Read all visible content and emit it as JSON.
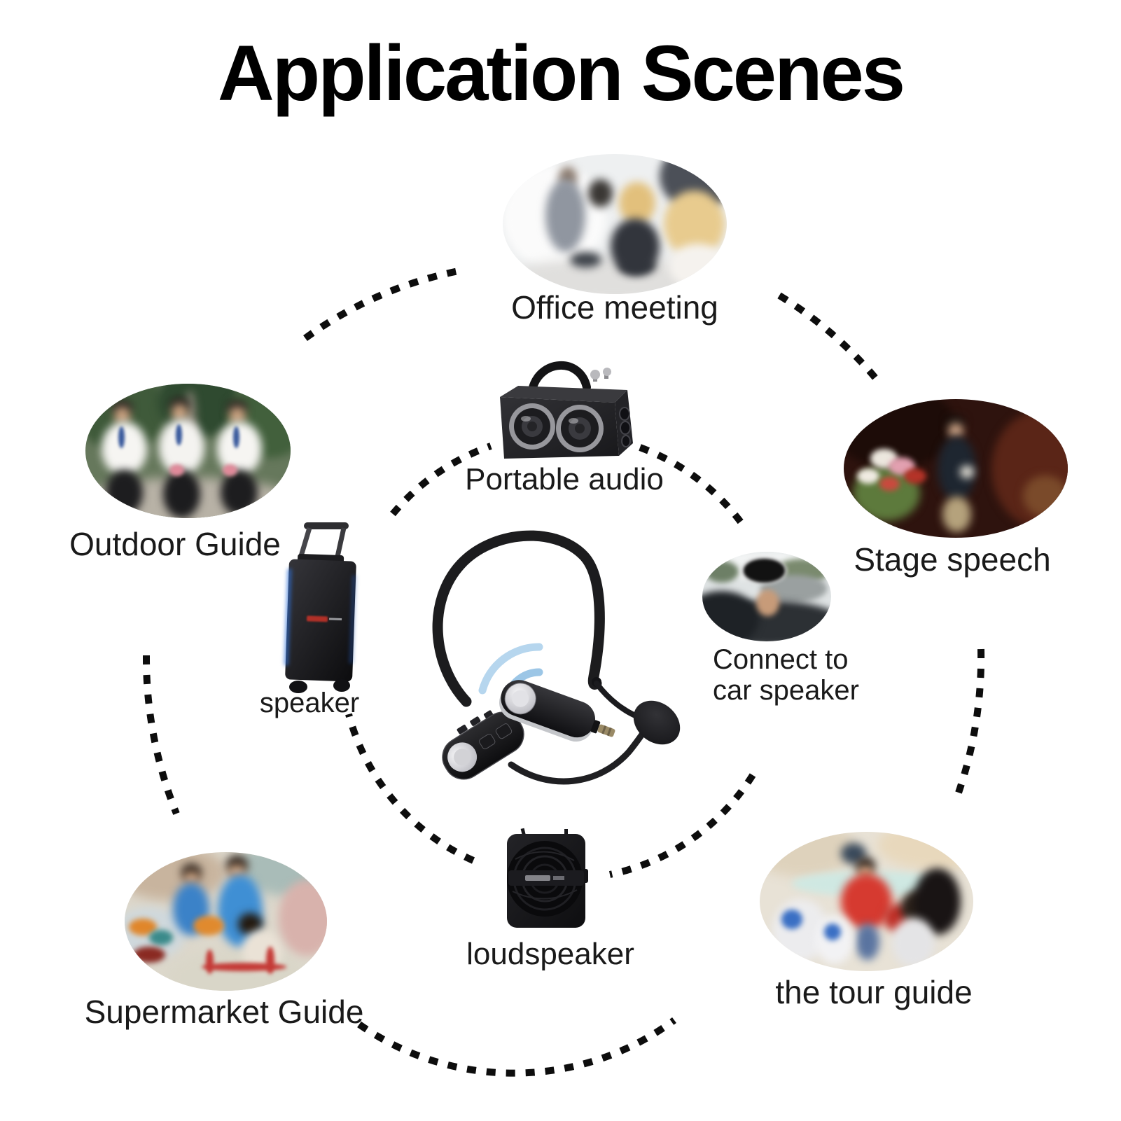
{
  "title": "Application Scenes",
  "colors": {
    "dash": "#0d0d0d",
    "label": "#1a1a1a",
    "wave_inner": "#8cbede",
    "wave_mid": "#9cc6e6",
    "wave_outer": "#b6d6ee"
  },
  "scenes": {
    "office": {
      "label": "Office meeting"
    },
    "portable_audio": {
      "label": "Portable audio"
    },
    "outdoor": {
      "label": "Outdoor Guide"
    },
    "stage": {
      "label": "Stage speech"
    },
    "speaker": {
      "label": "speaker"
    },
    "car": {
      "label_line1": "Connect to",
      "label_line2": "car speaker"
    },
    "loudspeaker": {
      "label": "loudspeaker"
    },
    "supermarket": {
      "label": "Supermarket Guide"
    },
    "tour": {
      "label": "the tour guide"
    }
  }
}
